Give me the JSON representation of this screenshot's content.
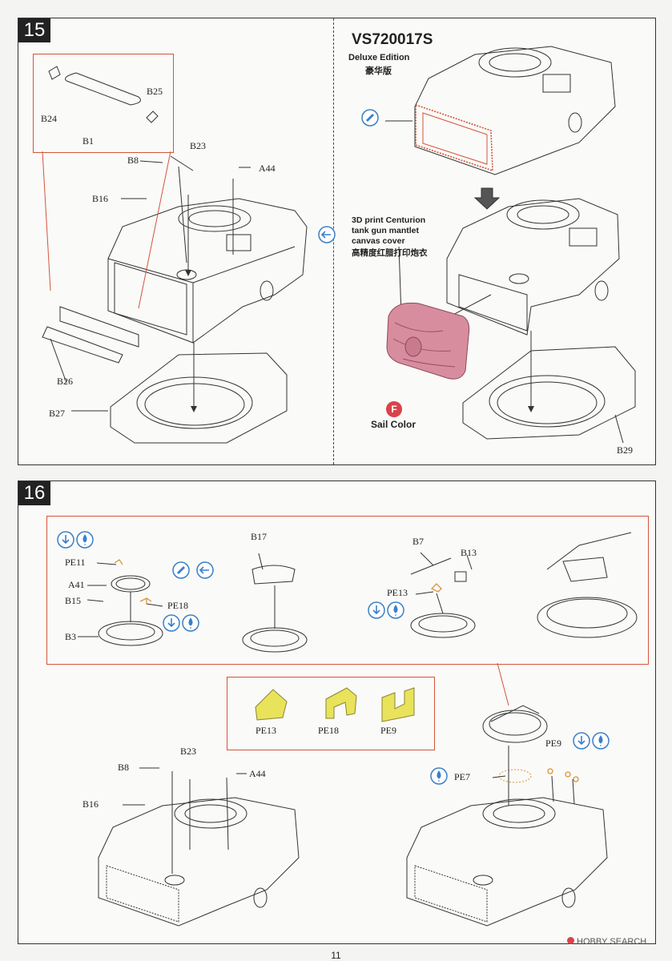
{
  "steps": [
    {
      "number": "15",
      "labels": {
        "b24": "B24",
        "b1": "B1",
        "b25": "B25",
        "b8": "B8",
        "b23": "B23",
        "a44": "A44",
        "b16": "B16",
        "b26": "B26",
        "b27": "B27",
        "b29": "B29"
      },
      "deluxe": {
        "code": "VS720017S",
        "edition": "Deluxe Edition",
        "edition_cn": "豪华版",
        "part_desc_line1": "3D print Centurion",
        "part_desc_line2": "tank gun mantlet",
        "part_desc_line3": "canvas cover",
        "part_desc_cn": "高精度红腊打印炮衣",
        "color_code": "F",
        "color_name": "Sail Color"
      }
    },
    {
      "number": "16",
      "labels": {
        "pe11": "PE11",
        "a41": "A41",
        "b15": "B15",
        "pe18": "PE18",
        "b3": "B3",
        "b17": "B17",
        "b7": "B7",
        "b13": "B13",
        "pe13": "PE13",
        "b8": "B8",
        "b23": "B23",
        "a44": "A44",
        "b16": "B16",
        "pe9": "PE9",
        "pe7": "PE7"
      },
      "pe_parts": [
        "PE13",
        "PE18",
        "PE9"
      ]
    }
  ],
  "page_number": "11",
  "watermark": "HOBBY SEARCH",
  "colors": {
    "accent_red": "#d2553c",
    "icon_blue": "#3a7fc8",
    "pe_yellow": "#e8e35a",
    "canvas_pink": "#d88d9e"
  }
}
